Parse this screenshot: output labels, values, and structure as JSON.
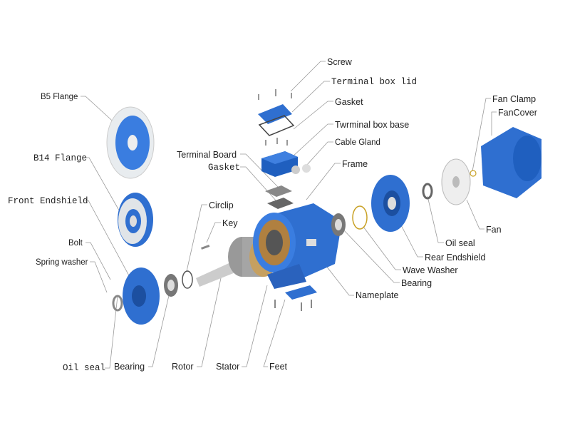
{
  "labels": {
    "screw": "Screw",
    "terminal_box_lid": "Terminal box lid",
    "gasket_top": "Gasket",
    "terminal_box_base": "Twrminal box base",
    "cable_gland": "Cable Gland",
    "frame": "Frame",
    "terminal_board": "Terminal Board",
    "gasket_board": "Gasket",
    "b5_flange": "B5 Flange",
    "b14_flange": "B14 Flange",
    "front_endshield": "Front Endshield",
    "circlip": "Circlip",
    "key": "Key",
    "bolt": "Bolt",
    "spring_washer": "Spring washer",
    "oil_seal_front": "Oil seal",
    "bearing_front": "Bearing",
    "rotor": "Rotor",
    "stator": "Stator",
    "feet": "Feet",
    "nameplate": "Nameplate",
    "bearing_rear": "Bearing",
    "wave_washer": "Wave Washer",
    "rear_endshield": "Rear Endshield",
    "oil_seal_rear": "Oil seal",
    "fan": "Fan",
    "fan_clamp": "Fan Clamp",
    "fan_cover": "FanCover"
  },
  "colors": {
    "part_blue": "#2f6fd0",
    "metal": "#b8b8b8",
    "leader": "#9a9a9a"
  }
}
